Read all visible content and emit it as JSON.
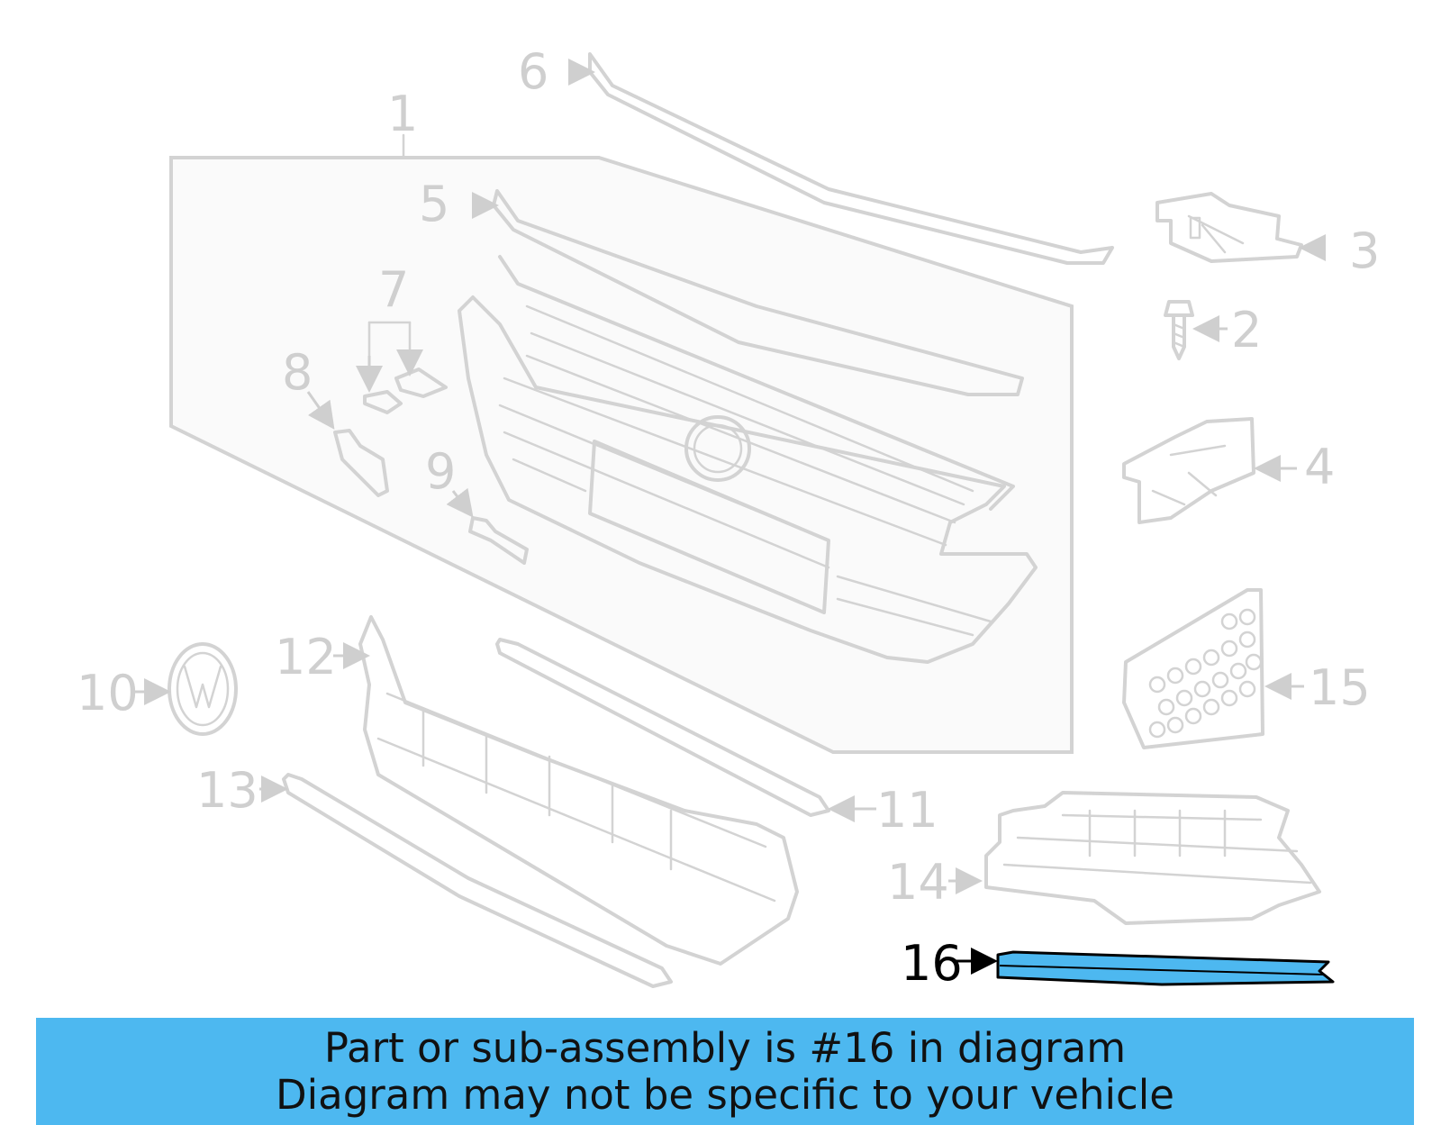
{
  "callouts": {
    "c1": "1",
    "c2": "2",
    "c3": "3",
    "c4": "4",
    "c5": "5",
    "c6": "6",
    "c7": "7",
    "c8": "8",
    "c9": "9",
    "c10": "10",
    "c11": "11",
    "c12": "12",
    "c13": "13",
    "c14": "14",
    "c15": "15",
    "c16": "16"
  },
  "highlight": {
    "part": "16",
    "color": "#4db8f0"
  },
  "colors": {
    "line": "#d3d3d3",
    "label": "#cfcfcf",
    "banner": "#4db8f0"
  },
  "banner": {
    "line1": "Part or sub-assembly is #16 in diagram",
    "line2": "Diagram may not be specific to your vehicle"
  }
}
